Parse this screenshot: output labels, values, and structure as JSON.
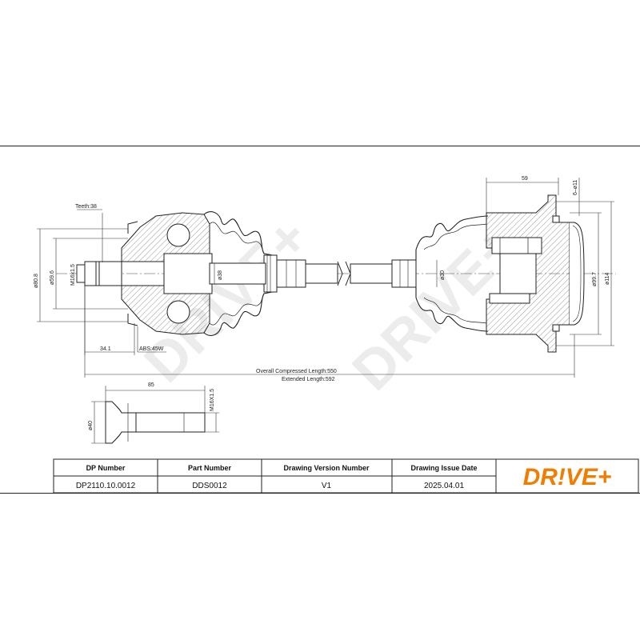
{
  "dimensions": {
    "teeth": "Teeth:38",
    "d80_8": "ø80.8",
    "d59_6": "ø59.6",
    "m16_left": "M16x1.5",
    "d38": "ø38",
    "d30": "ø30",
    "d99_7": "ø99.7",
    "d114": "ø114",
    "d59": "59",
    "d6x11": "6–ø11",
    "d34_1": "34.1",
    "abs": "ABS:45W",
    "overall_length": "Overall  Compressed  Length:550",
    "extended_length": "Extended  Length:592",
    "bolt_length": "85",
    "bolt_thread": "M16X1.5",
    "bolt_diam": "ø40"
  },
  "title_block": {
    "headers": [
      "DP Number",
      "Part Number",
      "Drawing Version Number",
      "Drawing Issue Date"
    ],
    "values": [
      "DP2110.10.0012",
      "DDS0012",
      "V1",
      "2025.04.01"
    ]
  },
  "logo": {
    "text": "DR!VE+",
    "color": "#f07d00"
  },
  "watermark": {
    "text": "DRIVE+",
    "color": "#ececec"
  },
  "colors": {
    "line": "#222222",
    "logo": "#f07d00"
  }
}
